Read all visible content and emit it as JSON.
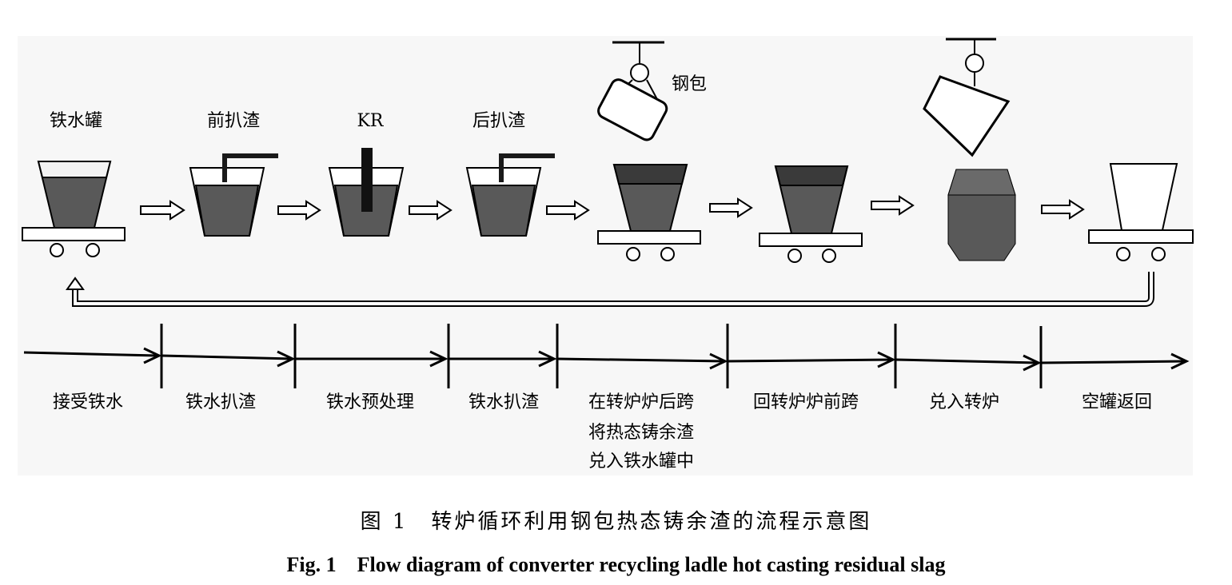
{
  "top_labels": {
    "hot_metal_ladle": "铁水罐",
    "front_deslag": "前扒渣",
    "kr": "KR",
    "rear_deslag": "后扒渣",
    "steel_ladle": "钢包"
  },
  "stages": [
    {
      "label": "接受铁水"
    },
    {
      "label": "铁水扒渣"
    },
    {
      "label": "铁水预处理"
    },
    {
      "label": "铁水扒渣"
    },
    {
      "lines": [
        "在转炉炉后跨",
        "将热态铸余渣",
        "兑入铁水罐中"
      ]
    },
    {
      "label": "回转炉炉前跨"
    },
    {
      "label": "兑入转炉"
    },
    {
      "label": "空罐返回"
    }
  ],
  "caption": {
    "cn": "图 1　转炉循环利用钢包热态铸余渣的流程示意图",
    "en": "Fig. 1　Flow diagram of converter recycling ladle hot casting residual slag"
  },
  "colors": {
    "molten": "#595959",
    "slag": "#3a3a3a",
    "light": "#f2f2f2",
    "panel": "#f7f7f7"
  }
}
